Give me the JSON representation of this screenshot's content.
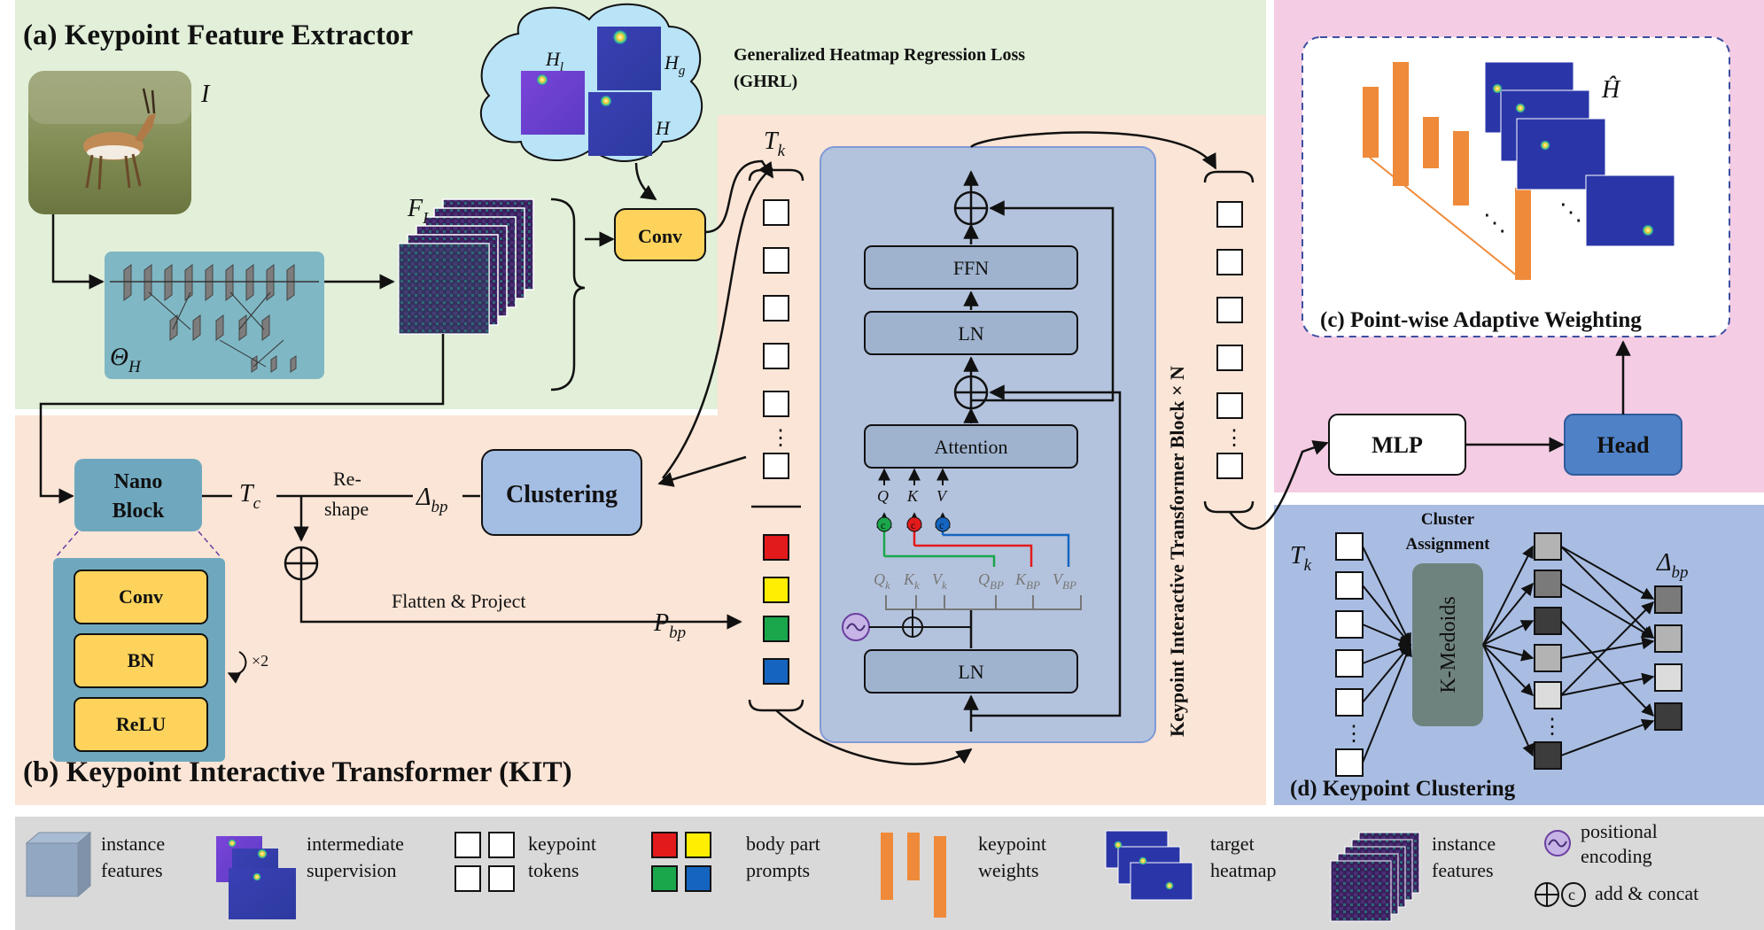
{
  "panel_a": {
    "title": "(a) Keypoint Feature Extractor",
    "image_label": "I",
    "backbone_label": "Θ",
    "backbone_sub": "H",
    "features_label": "F",
    "features_sub": "I",
    "heatmap_hl": "H",
    "heatmap_hl_sub": "l",
    "heatmap_hg": "H",
    "heatmap_hg_sub": "g",
    "heatmap_h": "H",
    "loss_line1": "Generalized Heatmap Regression Loss",
    "loss_line2": "(GHRL)",
    "conv": "Conv"
  },
  "panel_b": {
    "title": "(b) Keypoint Interactive Transformer (KIT)",
    "nano_block_line1": "Nano",
    "nano_block_line2": "Block",
    "nano_layers": [
      "Conv",
      "BN",
      "ReLU"
    ],
    "repeat": "×2",
    "tc": "T",
    "tc_sub": "c",
    "reshape_line1": "Re-",
    "reshape_line2": "shape",
    "delta_bp": "Δ",
    "delta_bp_sub": "bp",
    "clustering": "Clustering",
    "flatten_project": "Flatten & Project",
    "pbp": "P",
    "pbp_sub": "bp",
    "tk": "T",
    "tk_sub": "k",
    "dots": "⋮",
    "ffn": "FFN",
    "ln_top": "LN",
    "attention": "Attention",
    "ln_bottom": "LN",
    "q": "Q",
    "k": "K",
    "v": "V",
    "concat_symbol": "c",
    "qk": "Q",
    "qk_sub": "k",
    "kk": "K",
    "kk_sub": "k",
    "vk": "V",
    "vk_sub": "k",
    "qbp": "Q",
    "qbp_sub": "BP",
    "kbp": "K",
    "kbp_sub": "BP",
    "vbp": "V",
    "vbp_sub": "BP",
    "vertical_label": "Keypoint Interactive Transformer Block × N"
  },
  "panel_c": {
    "title": "(c) Point-wise Adaptive Weighting",
    "h_hat": "Ĥ",
    "dots": "⋱"
  },
  "mlp": "MLP",
  "head": "Head",
  "panel_d": {
    "title": "(d) Keypoint Clustering",
    "tk": "T",
    "tk_sub": "k",
    "assignment_line1": "Cluster",
    "assignment_line2": "Assignment",
    "kmedoids": "K-Medoids",
    "delta_bp": "Δ",
    "delta_bp_sub": "bp",
    "dots": "⋮"
  },
  "legend": [
    {
      "line1": "instance",
      "line2": "features"
    },
    {
      "line1": "intermediate",
      "line2": "supervision"
    },
    {
      "line1": "keypoint",
      "line2": "tokens"
    },
    {
      "line1": "body part",
      "line2": "prompts"
    },
    {
      "line1": "keypoint",
      "line2": "weights"
    },
    {
      "line1": "target",
      "line2": "heatmap"
    },
    {
      "line1": "instance",
      "line2": "features"
    },
    {
      "line1": "positional",
      "line2": "encoding"
    },
    {
      "line1": "add & concat",
      "line2": ""
    }
  ],
  "colors": {
    "panel_a_bg": "#e2efd9",
    "panel_b_bg": "#fbe5d6",
    "panel_c_bg": "#f4cce4",
    "panel_d_bg": "#a9bde3",
    "legend_bg": "#d9d9d9",
    "transformer_bg": "#b4c3dd",
    "block_fill": "#9fb3cf",
    "conv_yellow": "#fdd35c",
    "nano_teal": "#6fa8be",
    "prompt_red": "#e31a1c",
    "prompt_yellow": "#ffee00",
    "prompt_green": "#1aa64a",
    "prompt_blue": "#1565c0",
    "orange_weight": "#ef8a3a",
    "head_blue": "#4f81c7"
  }
}
